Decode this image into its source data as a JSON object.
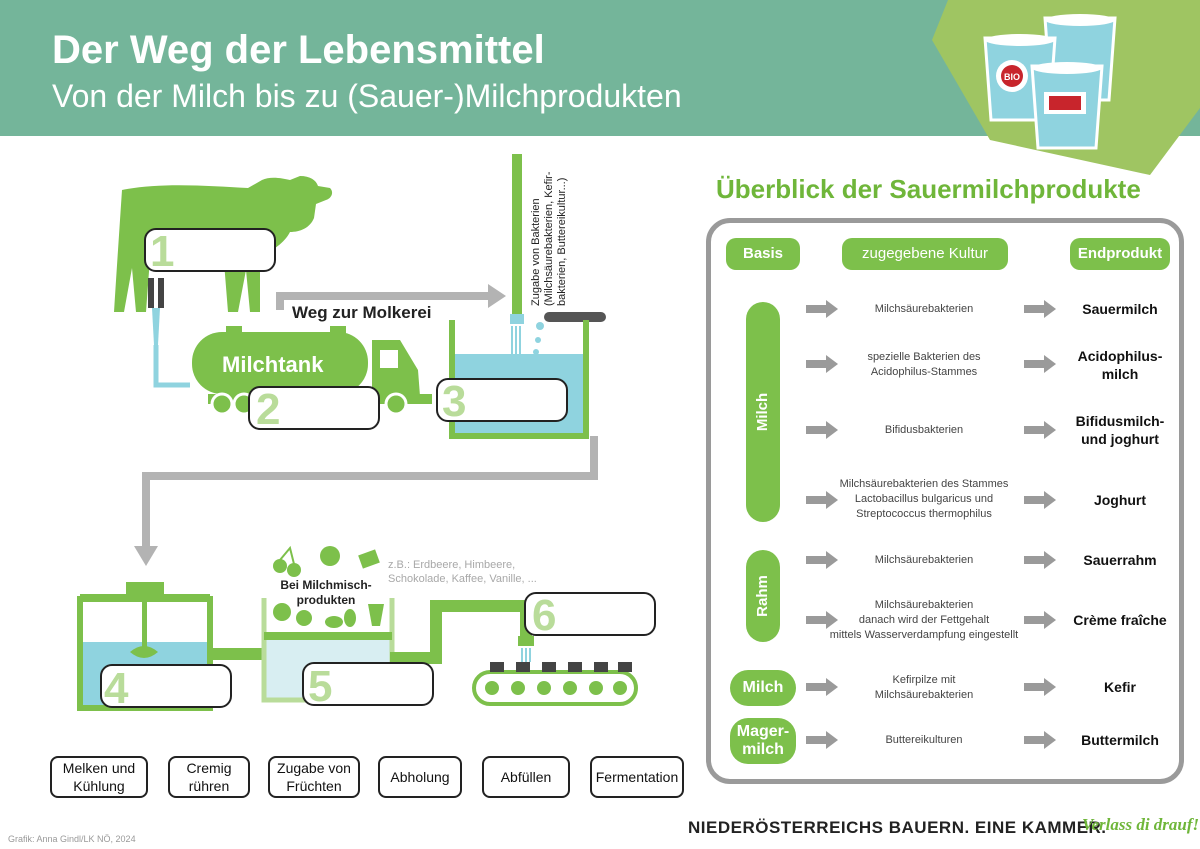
{
  "header": {
    "title": "Der Weg der Lebensmittel",
    "subtitle": "Von der Milch bis zu (Sauer-)Milchprodukten"
  },
  "process": {
    "numbers": [
      "1",
      "2",
      "3",
      "4",
      "5",
      "6"
    ],
    "road_label": "Weg zur Molkerei",
    "truck_label": "Milchtank",
    "bacteria_note": "Zugabe von Bakterien (Milchsäurebakterien, Kefir- bakterien, Buttereikultur...)",
    "bacteria_note_lines": [
      "Zugabe von Bakterien",
      "(Milchsäurebakterien, Kefir-",
      "bakterien, Buttereikultur...)"
    ],
    "mix_label_lines": [
      "Bei Milchmisch-",
      "produkten"
    ],
    "fruit_example_lines": [
      "z.B.: Erdbeere, Himbeere,",
      "Schokolade, Kaffee, Vanille, ..."
    ]
  },
  "steps": [
    {
      "label_lines": [
        "Melken und",
        "Kühlung"
      ]
    },
    {
      "label_lines": [
        "Cremig",
        "rühren"
      ]
    },
    {
      "label_lines": [
        "Zugabe von",
        "Früchten"
      ]
    },
    {
      "label_lines": [
        "Abholung"
      ]
    },
    {
      "label_lines": [
        "Abfüllen"
      ]
    },
    {
      "label_lines": [
        "Fermentation"
      ]
    }
  ],
  "overview": {
    "title": "Überblick der Sauermilchprodukte",
    "headers": [
      "Basis",
      "zugegebene Kultur",
      "Endprodukt"
    ],
    "bases": [
      "Milch",
      "Rahm",
      "Milch",
      "Mager-\nmilch"
    ],
    "bases_lines": [
      [
        "Milch"
      ],
      [
        "Rahm"
      ],
      [
        "Milch"
      ],
      [
        "Mager-",
        "milch"
      ]
    ],
    "rows": [
      {
        "culture_lines": [
          "Milchsäurebakterien"
        ],
        "product_lines": [
          "Sauermilch"
        ]
      },
      {
        "culture_lines": [
          "spezielle Bakterien des",
          "Acidophilus-Stammes"
        ],
        "product_lines": [
          "Acidophilus-",
          "milch"
        ]
      },
      {
        "culture_lines": [
          "Bifidusbakterien"
        ],
        "product_lines": [
          "Bifidusmilch-",
          "und joghurt"
        ]
      },
      {
        "culture_lines": [
          "Milchsäurebakterien des Stammes",
          "Lactobacillus bulgaricus und",
          "Streptococcus thermophilus"
        ],
        "product_lines": [
          "Joghurt"
        ]
      },
      {
        "culture_lines": [
          "Milchsäurebakterien"
        ],
        "product_lines": [
          "Sauerrahm"
        ]
      },
      {
        "culture_lines": [
          "Milchsäurebakterien",
          "danach wird der Fettgehalt",
          "mittels Wasserverdampfung eingestellt"
        ],
        "product_lines": [
          "Crème fraîche"
        ]
      },
      {
        "culture_lines": [
          "Kefirpilze mit",
          "Milchsäurebakterien"
        ],
        "product_lines": [
          "Kefir"
        ]
      },
      {
        "culture_lines": [
          "Buttereikulturen"
        ],
        "product_lines": [
          "Buttermilch"
        ]
      }
    ]
  },
  "cup_labels": [
    "BIO"
  ],
  "footer": {
    "org": "NIEDERÖSTERREICHS BAUERN. EINE KAMMER.",
    "slogan": "Verlass di drauf!",
    "credit": "Grafik: Anna Gindl/LK NÖ, 2024"
  },
  "colors": {
    "header_bg": "#74b59a",
    "green": "#7dc04b",
    "light_green": "#b9dc9a",
    "water": "#8fd3df",
    "gray": "#9a9a9a"
  }
}
